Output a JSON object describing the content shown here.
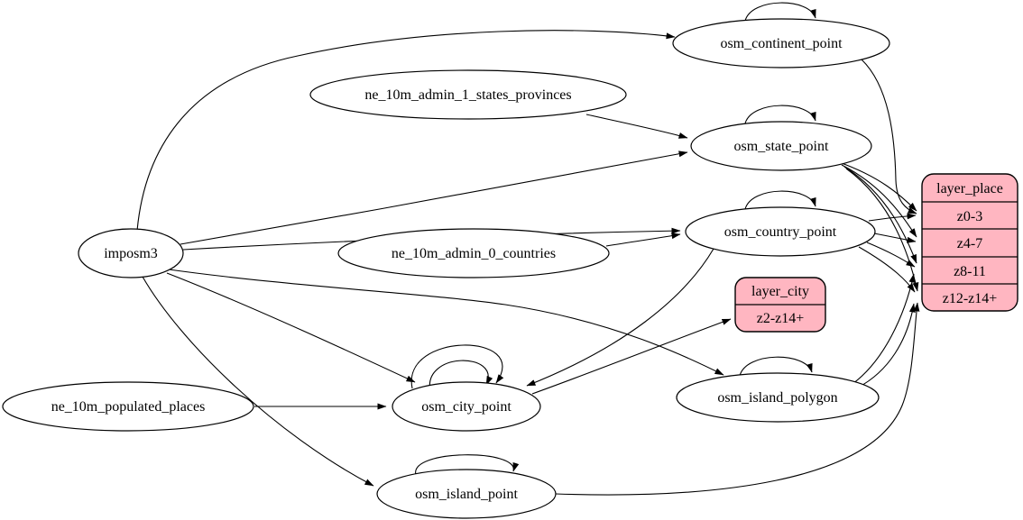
{
  "diagram": {
    "type": "etl-dependency-graph",
    "colors": {
      "background": "#ffffff",
      "edge": "#000000",
      "node_fill": "#ffffff",
      "layer_fill": "#ffb6c1",
      "stroke": "#000000"
    },
    "nodes": {
      "imposm3": {
        "label": "imposm3",
        "shape": "ellipse"
      },
      "ne_10m_admin_1_states_provinces": {
        "label": "ne_10m_admin_1_states_provinces",
        "shape": "ellipse"
      },
      "ne_10m_admin_0_countries": {
        "label": "ne_10m_admin_0_countries",
        "shape": "ellipse"
      },
      "ne_10m_populated_places": {
        "label": "ne_10m_populated_places",
        "shape": "ellipse"
      },
      "osm_continent_point": {
        "label": "osm_continent_point",
        "shape": "ellipse"
      },
      "osm_state_point": {
        "label": "osm_state_point",
        "shape": "ellipse"
      },
      "osm_country_point": {
        "label": "osm_country_point",
        "shape": "ellipse"
      },
      "osm_city_point": {
        "label": "osm_city_point",
        "shape": "ellipse"
      },
      "osm_island_polygon": {
        "label": "osm_island_polygon",
        "shape": "ellipse"
      },
      "osm_island_point": {
        "label": "osm_island_point",
        "shape": "ellipse"
      },
      "layer_city": {
        "label": "layer_city",
        "shape": "record",
        "fill": "#ffb6c1",
        "rows": [
          "z2-z14+"
        ]
      },
      "layer_place": {
        "label": "layer_place",
        "shape": "record",
        "fill": "#ffb6c1",
        "rows": [
          "z0-3",
          "z4-7",
          "z8-11",
          "z12-z14+"
        ]
      }
    },
    "edges": [
      {
        "from": "imposm3",
        "to": "osm_continent_point"
      },
      {
        "from": "imposm3",
        "to": "osm_state_point"
      },
      {
        "from": "imposm3",
        "to": "osm_country_point"
      },
      {
        "from": "imposm3",
        "to": "osm_city_point"
      },
      {
        "from": "imposm3",
        "to": "osm_island_polygon"
      },
      {
        "from": "imposm3",
        "to": "osm_island_point"
      },
      {
        "from": "ne_10m_admin_1_states_provinces",
        "to": "osm_state_point"
      },
      {
        "from": "ne_10m_admin_0_countries",
        "to": "osm_country_point"
      },
      {
        "from": "ne_10m_populated_places",
        "to": "osm_city_point"
      },
      {
        "from": "osm_continent_point",
        "to": "osm_continent_point",
        "self_loop": true
      },
      {
        "from": "osm_state_point",
        "to": "osm_state_point",
        "self_loop": true
      },
      {
        "from": "osm_country_point",
        "to": "osm_country_point",
        "self_loop": true
      },
      {
        "from": "osm_city_point",
        "to": "osm_city_point",
        "self_loop": true
      },
      {
        "from": "osm_city_point",
        "to": "osm_city_point",
        "self_loop": true
      },
      {
        "from": "osm_island_polygon",
        "to": "osm_island_polygon",
        "self_loop": true
      },
      {
        "from": "osm_island_point",
        "to": "osm_island_point",
        "self_loop": true
      },
      {
        "from": "osm_continent_point",
        "to": "layer_place",
        "row": "z0-3"
      },
      {
        "from": "osm_state_point",
        "to": "layer_place",
        "row": "z0-3"
      },
      {
        "from": "osm_state_point",
        "to": "layer_place",
        "row": "z4-7"
      },
      {
        "from": "osm_state_point",
        "to": "layer_place",
        "row": "z8-11"
      },
      {
        "from": "osm_state_point",
        "to": "layer_place",
        "row": "z12-z14+"
      },
      {
        "from": "osm_country_point",
        "to": "layer_place",
        "row": "z0-3"
      },
      {
        "from": "osm_country_point",
        "to": "layer_place",
        "row": "z4-7"
      },
      {
        "from": "osm_country_point",
        "to": "layer_place",
        "row": "z8-11"
      },
      {
        "from": "osm_country_point",
        "to": "layer_place",
        "row": "z12-z14+"
      },
      {
        "from": "osm_country_point",
        "to": "osm_city_point"
      },
      {
        "from": "osm_city_point",
        "to": "layer_city",
        "row": "z2-z14+"
      },
      {
        "from": "osm_island_polygon",
        "to": "layer_place",
        "row": "z8-11"
      },
      {
        "from": "osm_island_polygon",
        "to": "layer_place",
        "row": "z12-z14+"
      },
      {
        "from": "osm_island_point",
        "to": "layer_place",
        "row": "z12-z14+"
      }
    ]
  }
}
